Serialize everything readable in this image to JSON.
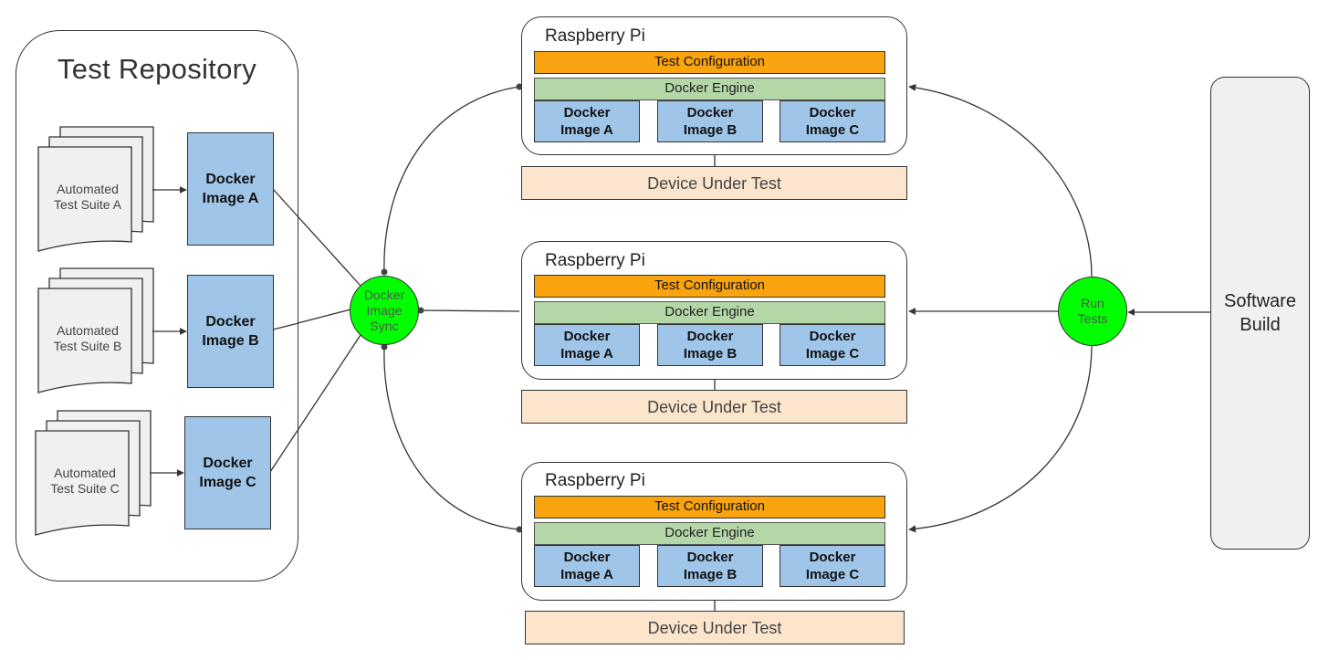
{
  "repository": {
    "title": "Test Repository",
    "suites": [
      {
        "label_line1": "Automated",
        "label_line2": "Test Suite A",
        "image_line1": "Docker",
        "image_line2": "Image A"
      },
      {
        "label_line1": "Automated",
        "label_line2": "Test Suite B",
        "image_line1": "Docker",
        "image_line2": "Image B"
      },
      {
        "label_line1": "Automated",
        "label_line2": "Test Suite C",
        "image_line1": "Docker",
        "image_line2": "Image C"
      }
    ]
  },
  "sync_node": {
    "line1": "Docker",
    "line2": "Image",
    "line3": "Sync"
  },
  "run_node": {
    "line1": "Run",
    "line2": "Tests"
  },
  "raspberry_pis": [
    {
      "title": "Raspberry Pi",
      "config": "Test Configuration",
      "engine": "Docker Engine",
      "images": [
        {
          "line1": "Docker",
          "line2": "Image A"
        },
        {
          "line1": "Docker",
          "line2": "Image B"
        },
        {
          "line1": "Docker",
          "line2": "Image C"
        }
      ],
      "device": "Device Under Test"
    },
    {
      "title": "Raspberry Pi",
      "config": "Test Configuration",
      "engine": "Docker Engine",
      "images": [
        {
          "line1": "Docker",
          "line2": "Image A"
        },
        {
          "line1": "Docker",
          "line2": "Image B"
        },
        {
          "line1": "Docker",
          "line2": "Image C"
        }
      ],
      "device": "Device Under Test"
    },
    {
      "title": "Raspberry Pi",
      "config": "Test Configuration",
      "engine": "Docker Engine",
      "images": [
        {
          "line1": "Docker",
          "line2": "Image A"
        },
        {
          "line1": "Docker",
          "line2": "Image B"
        },
        {
          "line1": "Docker",
          "line2": "Image C"
        }
      ],
      "device": "Device Under Test"
    }
  ],
  "software_build": {
    "line1": "Software",
    "line2": "Build"
  },
  "colors": {
    "docker_image": "#9fc5e8",
    "test_configuration": "#f9a30f",
    "docker_engine": "#b4d7a8",
    "device_under_test": "#fce5cd",
    "action_node": "#00ff00",
    "software_build": "#f0f0f0"
  }
}
